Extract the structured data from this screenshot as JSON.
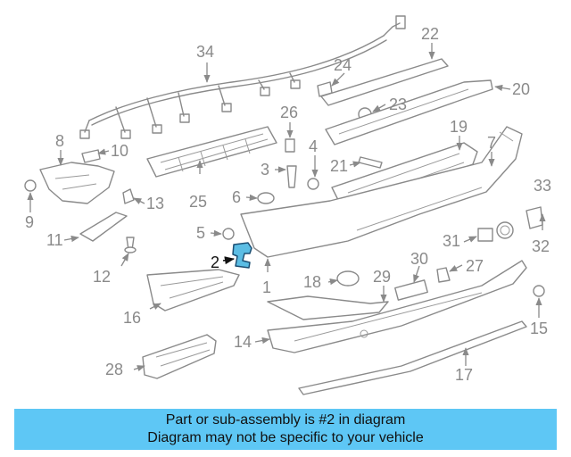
{
  "highlight_colors": {
    "fill": "#5bbde4",
    "stroke": "#1d4f73"
  },
  "banner": {
    "background": "#5ec7f5",
    "line1": "Part or sub-assembly is #2 in diagram",
    "line2": "Diagram may not be specific to your vehicle"
  },
  "callouts": {
    "c1": "1",
    "c2": "2",
    "c3": "3",
    "c4": "4",
    "c5": "5",
    "c6": "6",
    "c7": "7",
    "c8": "8",
    "c9": "9",
    "c10": "10",
    "c11": "11",
    "c12": "12",
    "c13": "13",
    "c14": "14",
    "c15": "15",
    "c16": "16",
    "c17": "17",
    "c18": "18",
    "c19": "19",
    "c20": "20",
    "c21": "21",
    "c22": "22",
    "c23": "23",
    "c24": "24",
    "c25": "25",
    "c26": "26",
    "c27": "27",
    "c28": "28",
    "c29": "29",
    "c30": "30",
    "c31": "31",
    "c32": "32",
    "c33": "33",
    "c34": "34"
  }
}
